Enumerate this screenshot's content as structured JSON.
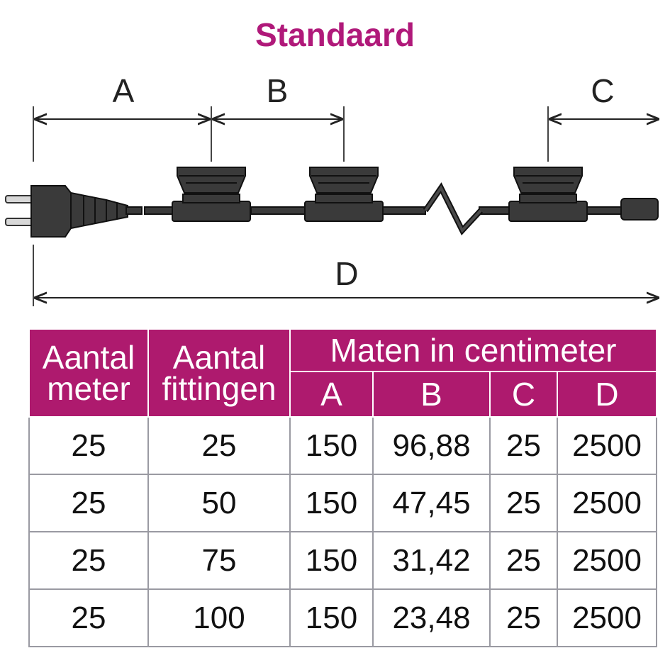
{
  "title": "Standaard",
  "diagram": {
    "labels": {
      "a": "A",
      "b": "B",
      "c": "C",
      "d": "D"
    }
  },
  "table": {
    "headers": {
      "meter": [
        "Aantal",
        "meter"
      ],
      "fittingen": [
        "Aantal",
        "fittingen"
      ],
      "group": "Maten in centimeter",
      "sub": [
        "A",
        "B",
        "C",
        "D"
      ]
    },
    "rows": [
      [
        "25",
        "25",
        "150",
        "96,88",
        "25",
        "2500"
      ],
      [
        "25",
        "50",
        "150",
        "47,45",
        "25",
        "2500"
      ],
      [
        "25",
        "75",
        "150",
        "31,42",
        "25",
        "2500"
      ],
      [
        "25",
        "100",
        "150",
        "23,48",
        "25",
        "2500"
      ]
    ]
  },
  "colors": {
    "accent": "#ae1a6e",
    "title": "#b0197a",
    "cable": "#2b2b2b"
  }
}
